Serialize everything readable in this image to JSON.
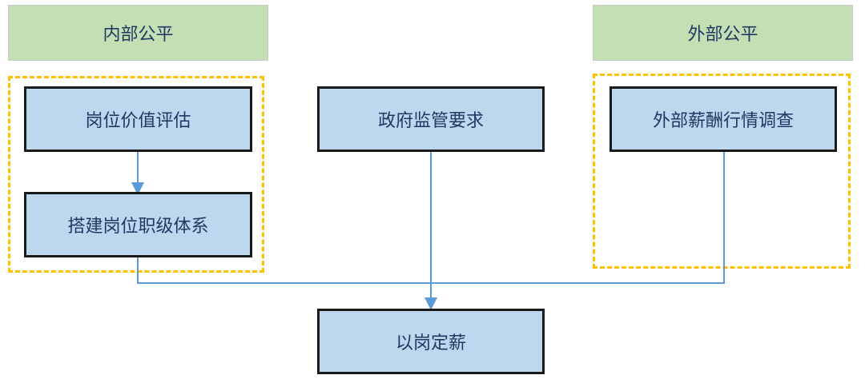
{
  "headers": {
    "internal": "内部公平",
    "external": "外部公平"
  },
  "boxes": {
    "job_eval": "岗位价值评估",
    "job_grade": "搭建岗位职级体系",
    "gov": "政府监管要求",
    "survey": "外部薪酬行情调查",
    "result": "以岗定薪"
  },
  "colors": {
    "header_bg": "#c5dfb4",
    "box_bg": "#bdd7ee",
    "group_border": "#ffc000",
    "connector": "#5b9bd5"
  }
}
